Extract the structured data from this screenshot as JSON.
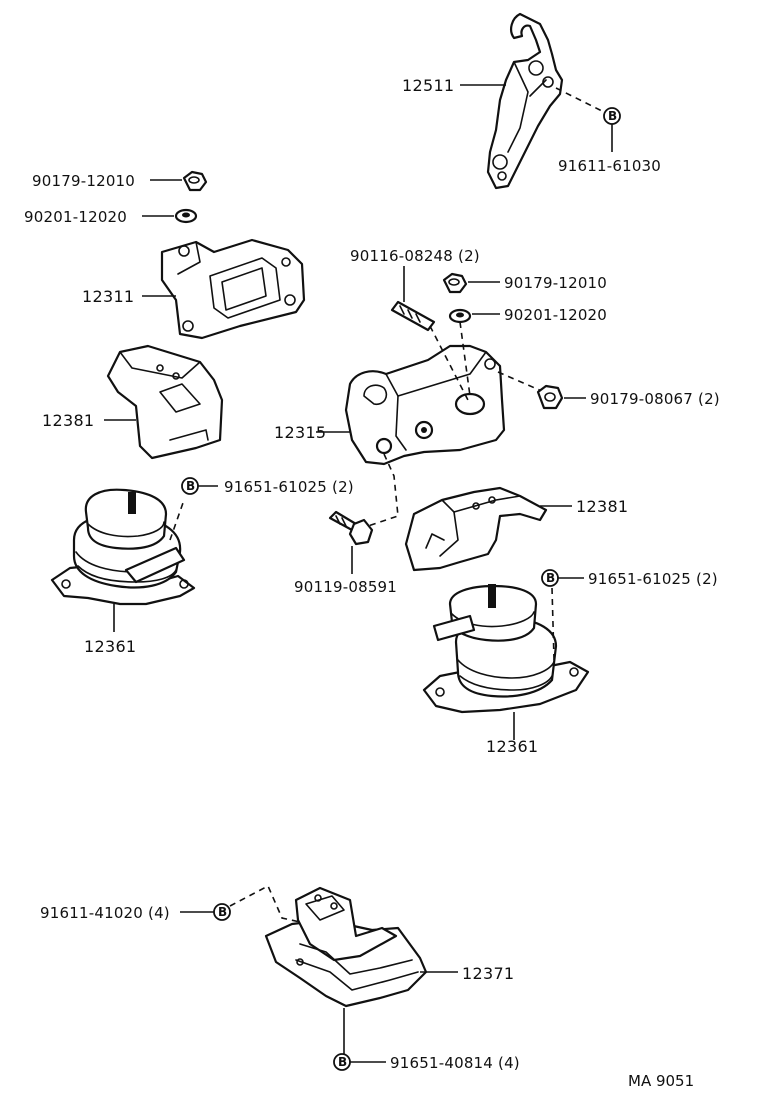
{
  "callouts": {
    "p12511": "12511",
    "p91611_61030": "91611-61030",
    "p90179_12010_a": "90179-12010",
    "p90201_12020_a": "90201-12020",
    "p12311": "12311",
    "p90116_08248": "90116-08248 (2)",
    "p90179_12010_b": "90179-12010",
    "p90201_12020_b": "90201-12020",
    "p90179_08067": "90179-08067 (2)",
    "p12381_left": "12381",
    "p12315": "12315",
    "p91651_61025_left": "91651-61025 (2)",
    "p12381_right": "12381",
    "p90119_08591": "90119-08591",
    "p91651_61025_right": "91651-61025 (2)",
    "p12361_left": "12361",
    "p12361_right": "12361",
    "p91611_41020": "91611-41020 (4)",
    "p12371": "12371",
    "p91651_40814": "91651-40814 (4)"
  },
  "marker_letter": "B",
  "figure_ref": "MA 9051"
}
